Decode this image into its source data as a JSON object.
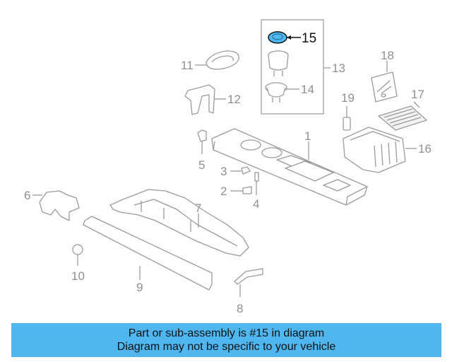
{
  "callouts": {
    "c1": "1",
    "c2": "2",
    "c3": "3",
    "c4": "4",
    "c5": "5",
    "c6": "6",
    "c7": "7",
    "c8": "8",
    "c9": "9",
    "c10": "10",
    "c11": "11",
    "c12": "12",
    "c13": "13",
    "c14": "14",
    "c15": "15",
    "c16": "16",
    "c17": "17",
    "c18": "18",
    "c19": "19"
  },
  "highlight": {
    "part_number": "15",
    "color": "#4fb6f0"
  },
  "banner": {
    "line1": "Part or sub-assembly is #15 in diagram",
    "line2": "Diagram may not be specific to your vehicle",
    "background": "#4fb6f0"
  }
}
